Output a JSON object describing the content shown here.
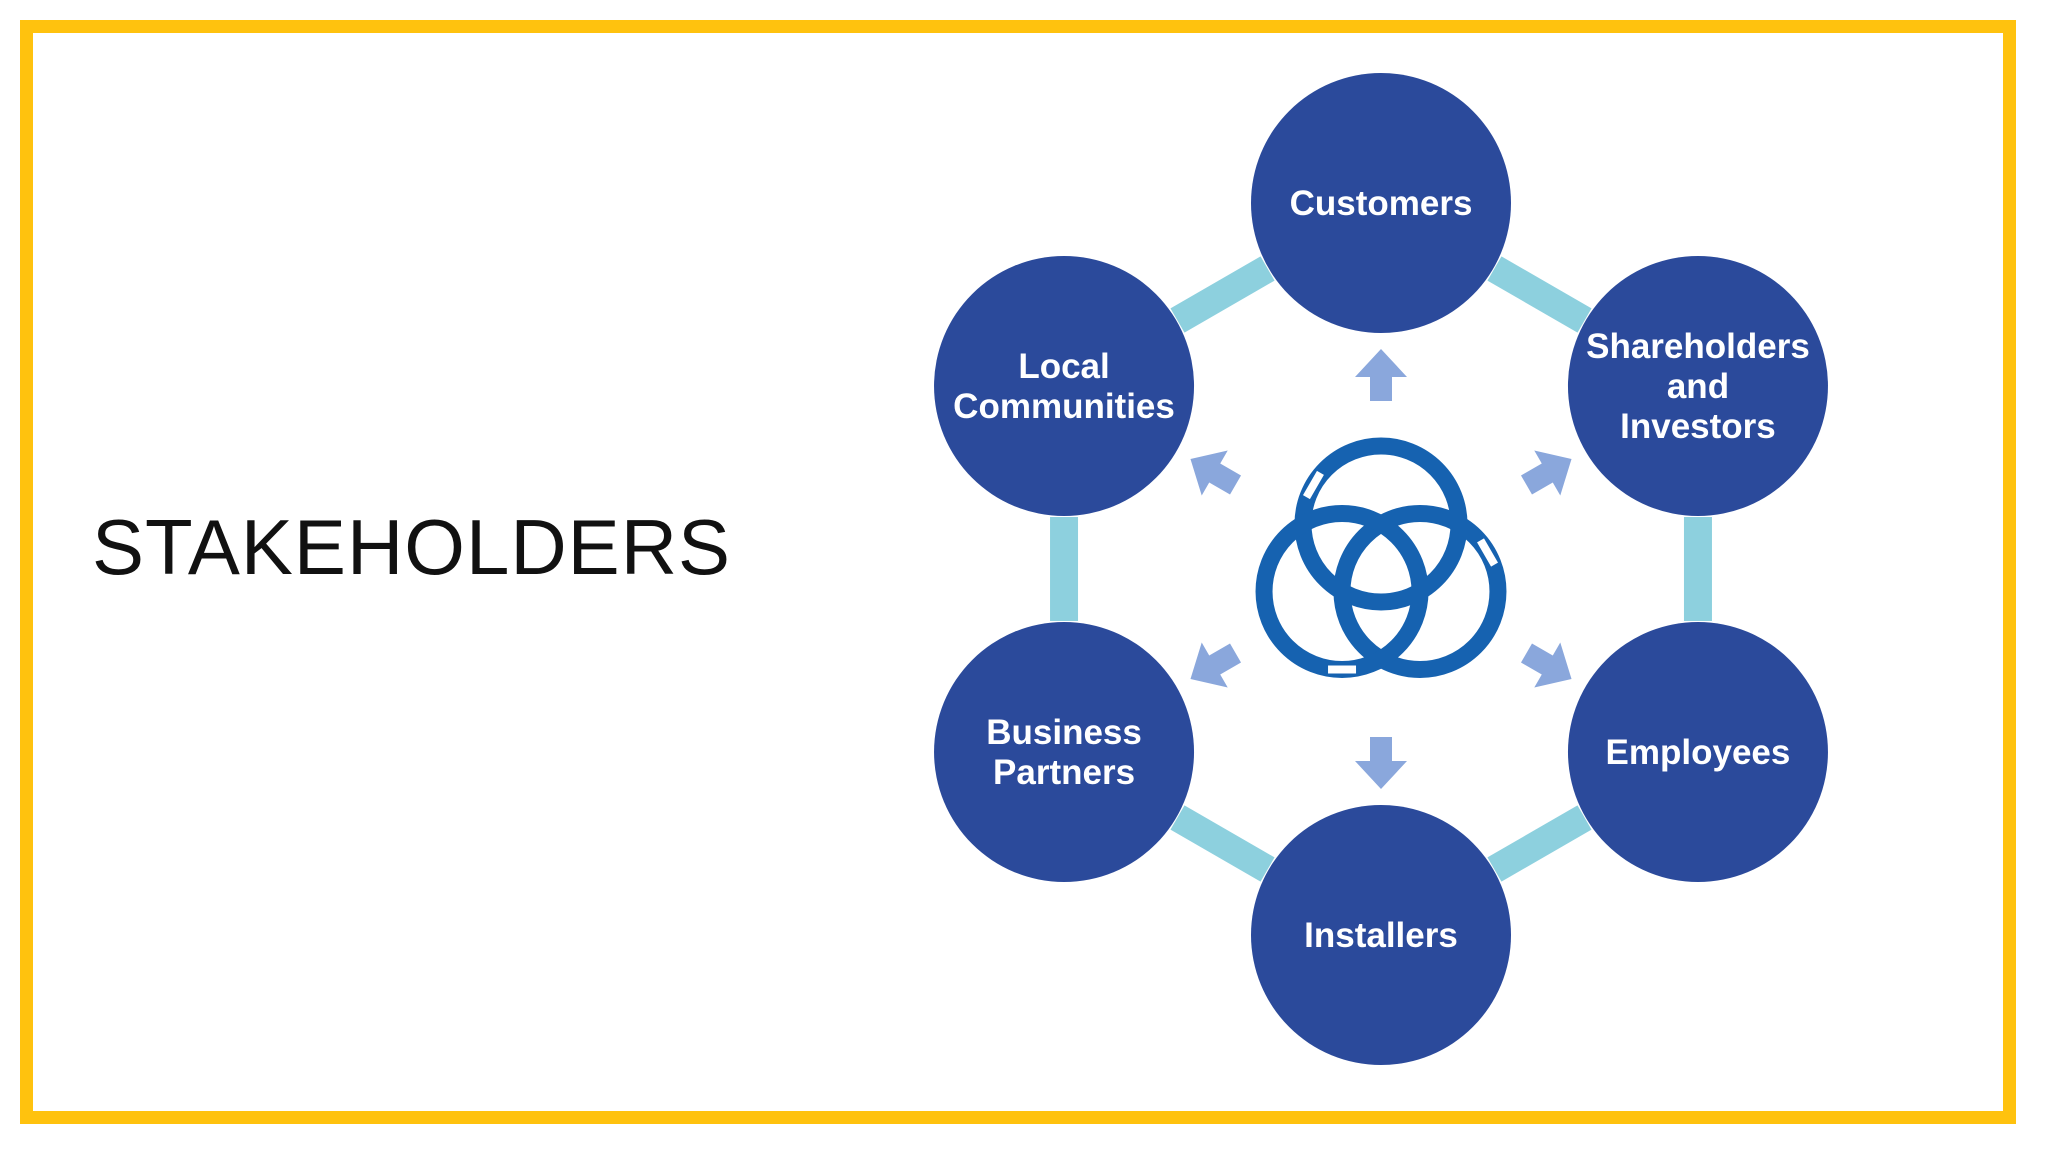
{
  "slide": {
    "title": "STAKEHOLDERS"
  },
  "diagram": {
    "center_icon": "interlocking-rings-icon",
    "nodes": [
      {
        "id": "customers",
        "lines": [
          "Customers"
        ]
      },
      {
        "id": "shareholders",
        "lines": [
          "Shareholders",
          "and",
          "Investors"
        ]
      },
      {
        "id": "employees",
        "lines": [
          "Employees"
        ]
      },
      {
        "id": "installers",
        "lines": [
          "Installers"
        ]
      },
      {
        "id": "business-partners",
        "lines": [
          "Business",
          "Partners"
        ]
      },
      {
        "id": "local-communities",
        "lines": [
          "Local",
          "Communities"
        ]
      }
    ]
  },
  "colors": {
    "frame": "#FFC20E",
    "node": "#2B4A9B",
    "connector": "#8DD0DE",
    "arrow": "#8AA7DC",
    "rings": "#1662B0"
  }
}
